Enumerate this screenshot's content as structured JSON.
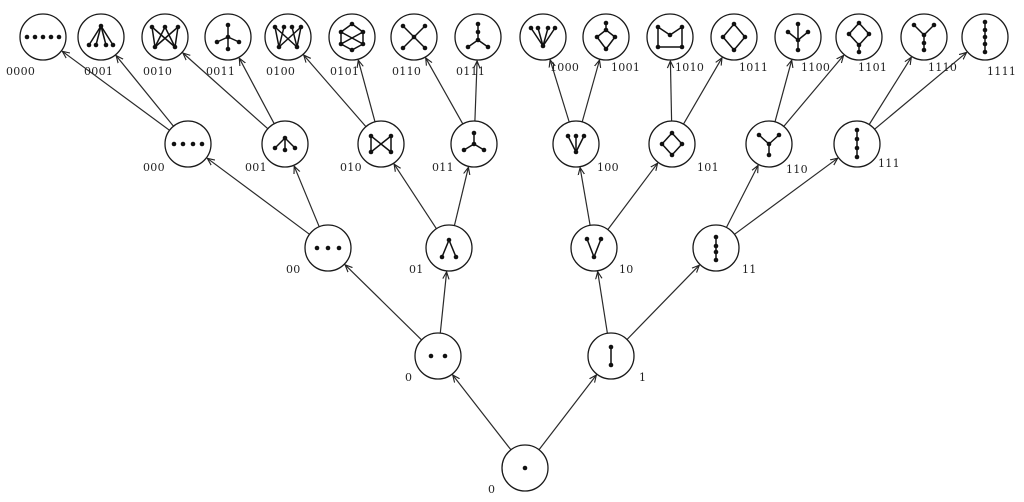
{
  "nodes": [
    {
      "id": "root",
      "label": "0"
    },
    {
      "id": "n0",
      "label": "0"
    },
    {
      "id": "n1",
      "label": "1"
    },
    {
      "id": "n00",
      "label": "00"
    },
    {
      "id": "n01",
      "label": "01"
    },
    {
      "id": "n10",
      "label": "10"
    },
    {
      "id": "n11",
      "label": "11"
    },
    {
      "id": "n000",
      "label": "000"
    },
    {
      "id": "n001",
      "label": "001"
    },
    {
      "id": "n010",
      "label": "010"
    },
    {
      "id": "n011",
      "label": "011"
    },
    {
      "id": "n100",
      "label": "100"
    },
    {
      "id": "n101",
      "label": "101"
    },
    {
      "id": "n110",
      "label": "110"
    },
    {
      "id": "n111",
      "label": "111"
    },
    {
      "id": "n0000",
      "label": "0000"
    },
    {
      "id": "n0001",
      "label": "0001"
    },
    {
      "id": "n0010",
      "label": "0010"
    },
    {
      "id": "n0011",
      "label": "0011"
    },
    {
      "id": "n0100",
      "label": "0100"
    },
    {
      "id": "n0101",
      "label": "0101"
    },
    {
      "id": "n0110",
      "label": "0110"
    },
    {
      "id": "n0111",
      "label": "0111"
    },
    {
      "id": "n1000",
      "label": "1000"
    },
    {
      "id": "n1001",
      "label": "1001"
    },
    {
      "id": "n1010",
      "label": "1010"
    },
    {
      "id": "n1011",
      "label": "1011"
    },
    {
      "id": "n1100",
      "label": "1100"
    },
    {
      "id": "n1101",
      "label": "1101"
    },
    {
      "id": "n1110",
      "label": "1110"
    },
    {
      "id": "n1111",
      "label": "1111"
    }
  ],
  "edges": [
    [
      "root",
      "n0"
    ],
    [
      "root",
      "n1"
    ],
    [
      "n0",
      "n00"
    ],
    [
      "n0",
      "n01"
    ],
    [
      "n1",
      "n10"
    ],
    [
      "n1",
      "n11"
    ],
    [
      "n00",
      "n000"
    ],
    [
      "n00",
      "n001"
    ],
    [
      "n01",
      "n010"
    ],
    [
      "n01",
      "n011"
    ],
    [
      "n10",
      "n100"
    ],
    [
      "n10",
      "n101"
    ],
    [
      "n11",
      "n110"
    ],
    [
      "n11",
      "n111"
    ],
    [
      "n000",
      "n0000"
    ],
    [
      "n000",
      "n0001"
    ],
    [
      "n001",
      "n0010"
    ],
    [
      "n001",
      "n0011"
    ],
    [
      "n010",
      "n0100"
    ],
    [
      "n010",
      "n0101"
    ],
    [
      "n011",
      "n0110"
    ],
    [
      "n011",
      "n0111"
    ],
    [
      "n100",
      "n1000"
    ],
    [
      "n100",
      "n1001"
    ],
    [
      "n101",
      "n1010"
    ],
    [
      "n101",
      "n1011"
    ],
    [
      "n110",
      "n1100"
    ],
    [
      "n110",
      "n1101"
    ],
    [
      "n111",
      "n1110"
    ],
    [
      "n111",
      "n1111"
    ]
  ]
}
